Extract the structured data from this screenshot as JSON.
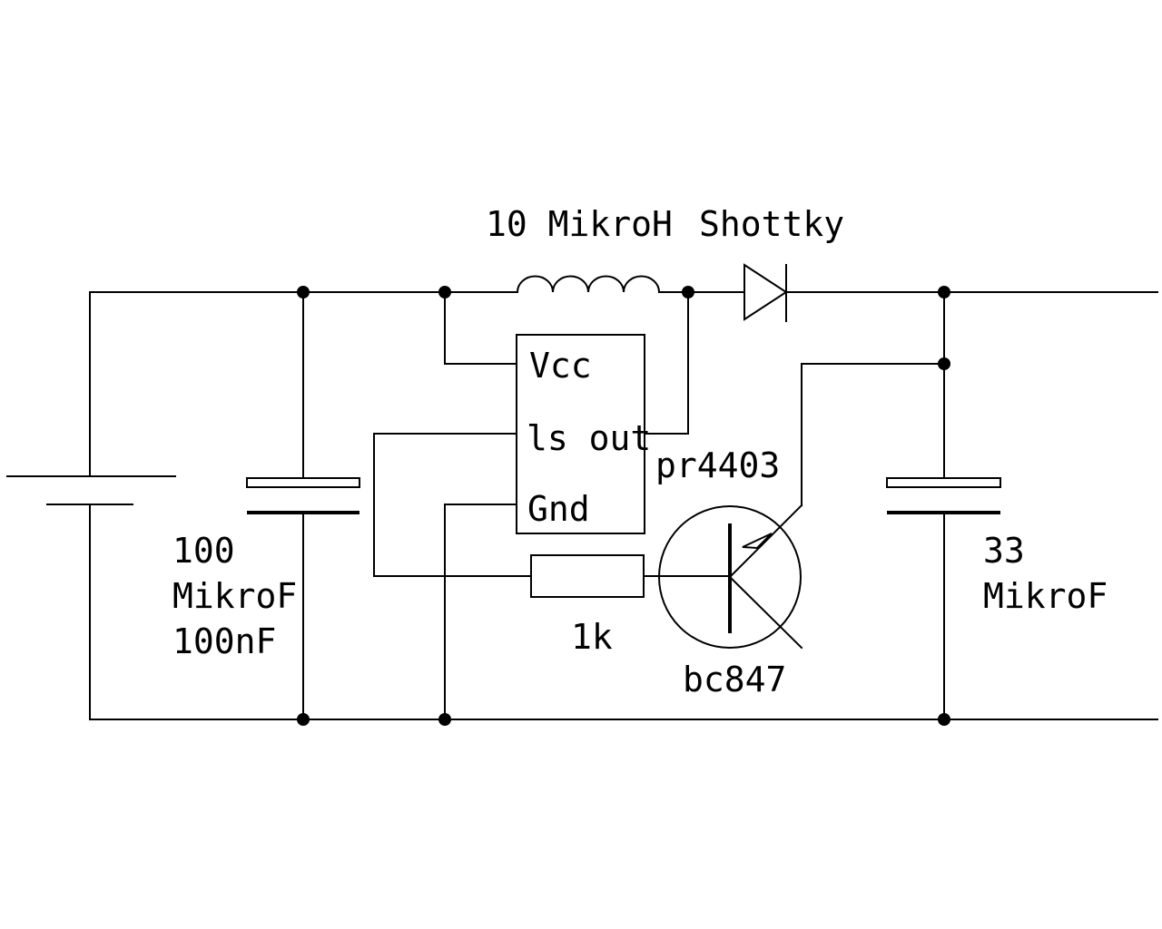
{
  "labels": {
    "inductor": "10 MikroH",
    "diode": "Shottky",
    "ic_vcc": "Vcc",
    "ic_lsout": "ls out",
    "ic_gnd": "Gnd",
    "ic_name": "pr4403",
    "cap_in_value1": "100",
    "cap_in_value2": "MikroF",
    "cap_in_value3": "100nF",
    "resistor": "1k",
    "transistor": "bc847",
    "cap_out_value1": "33",
    "cap_out_value2": "MikroF"
  },
  "colors": {
    "ink": "#000000",
    "background": "#ffffff"
  }
}
